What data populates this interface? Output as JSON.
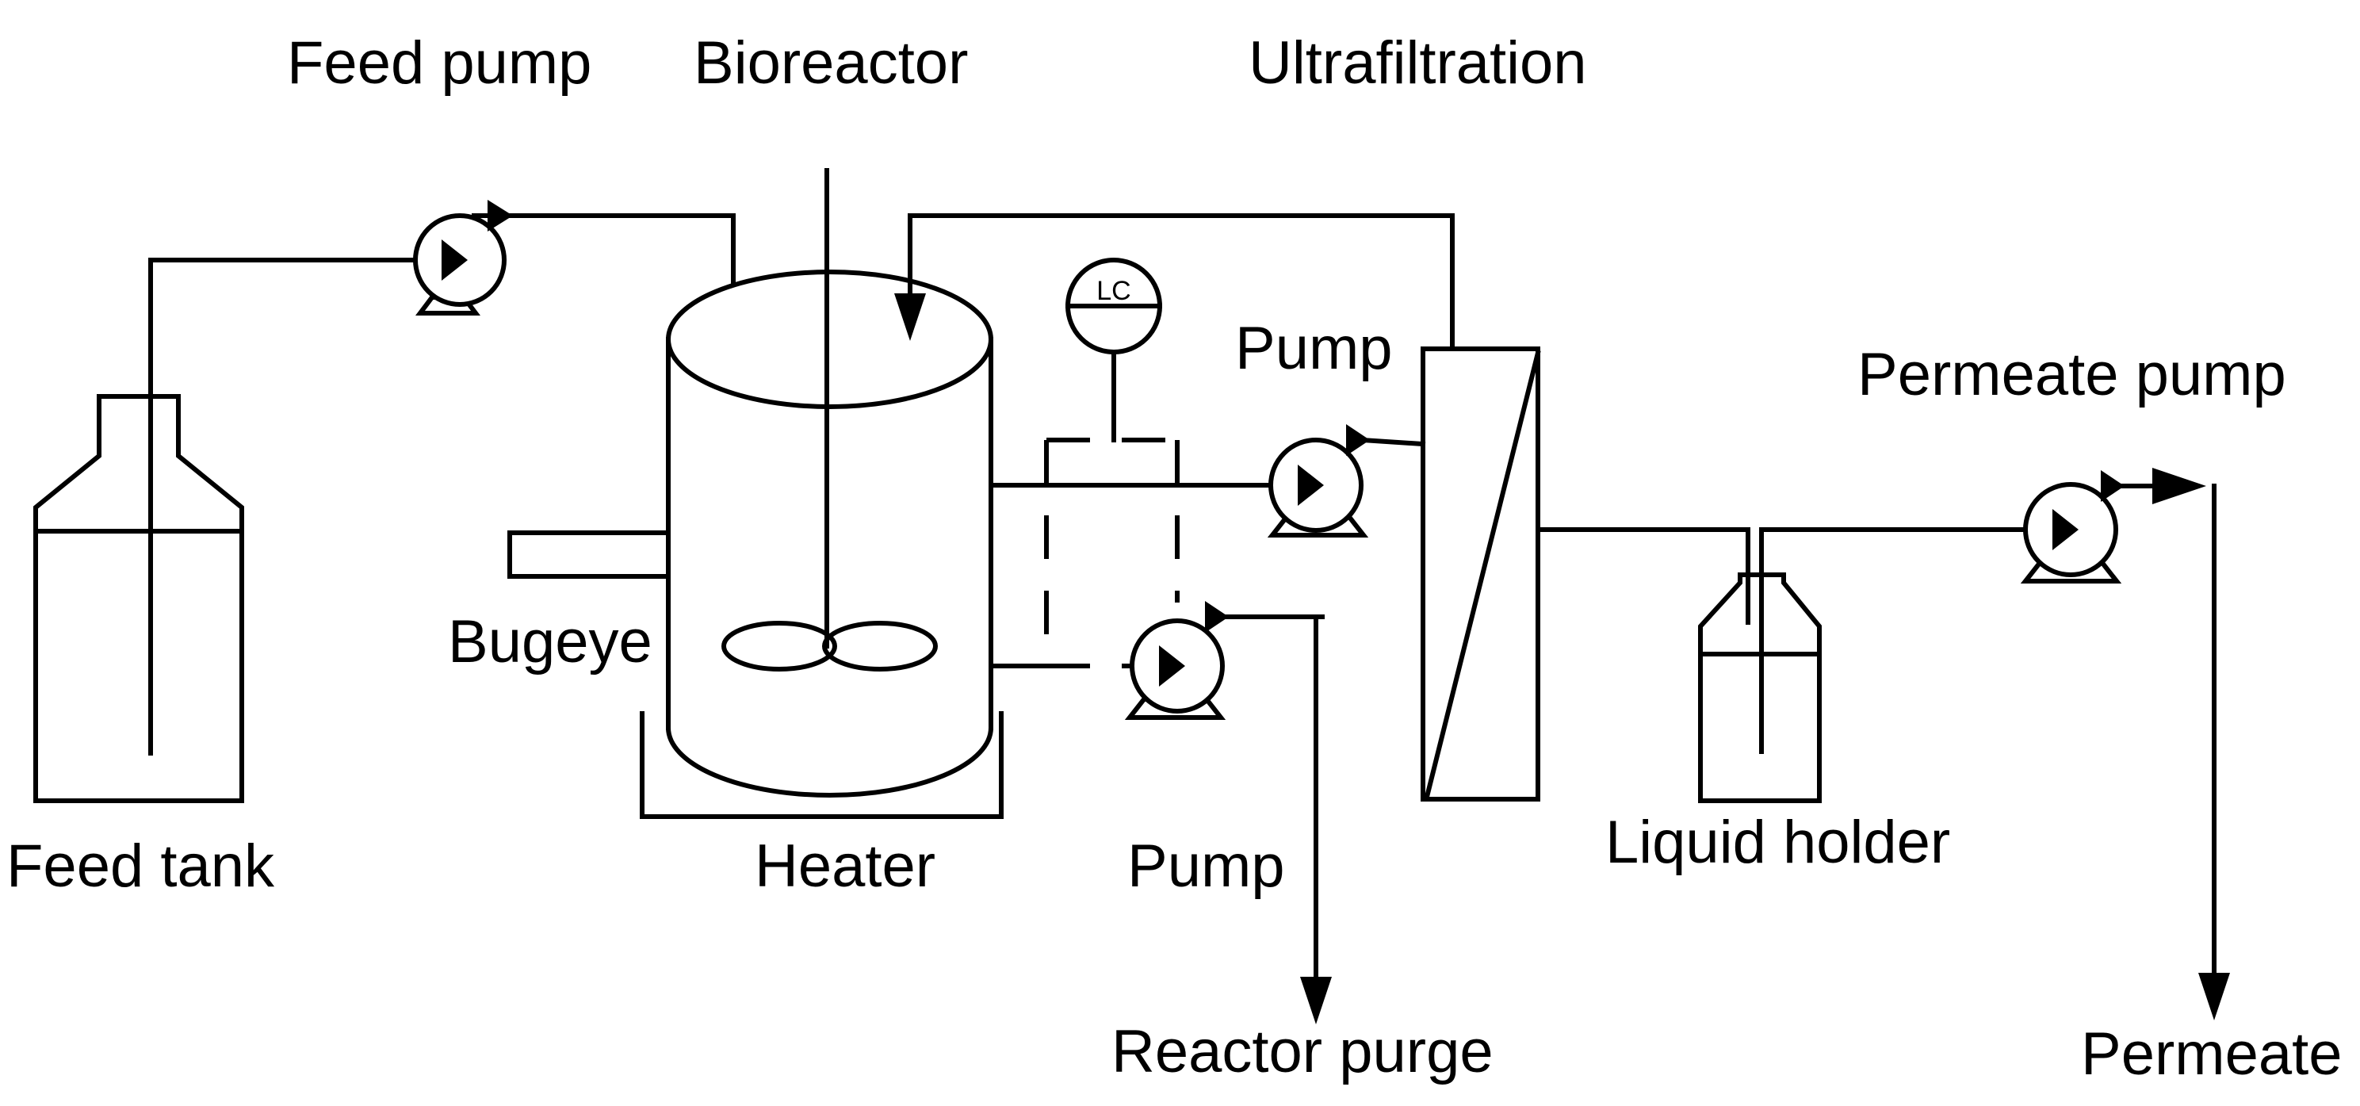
{
  "labels": {
    "feed_pump": "Feed pump",
    "bioreactor": "Bioreactor",
    "ultrafiltration": "Ultrafiltration",
    "pump_upper": "Pump",
    "permeate_pump": "Permeate pump",
    "bugeye": "Bugeye",
    "feed_tank": "Feed tank",
    "heater": "Heater",
    "pump_lower": "Pump",
    "liquid_holder": "Liquid holder",
    "reactor_purge": "Reactor purge",
    "permeate": "Permeate",
    "level_controller": "LC"
  }
}
